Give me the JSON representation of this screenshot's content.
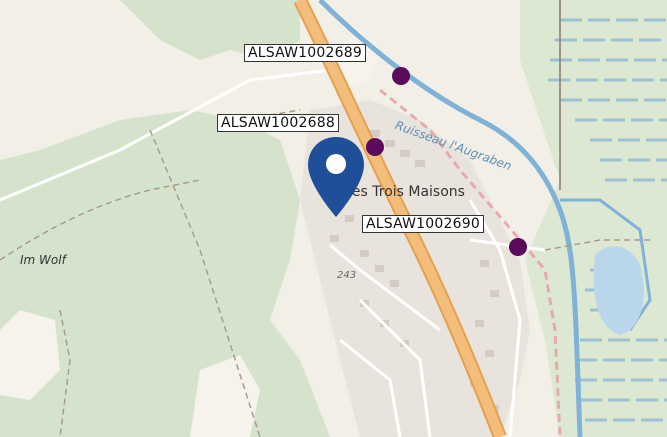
{
  "map": {
    "markers": [
      {
        "id": "ALSAW1002689",
        "color": "#5b0a5c"
      },
      {
        "id": "ALSAW1002688",
        "color": "#5b0a5c"
      },
      {
        "id": "ALSAW1002690",
        "color": "#5b0a5c"
      }
    ],
    "selected_pin_color": "#1f4f98",
    "place_labels": {
      "town": "les Trois Maisons",
      "stream": "Ruisseau l'Augraben",
      "locality": "Im Wolf",
      "elevation": "243"
    },
    "colors": {
      "forest": "#d6e3cc",
      "meadow": "#f1efe6",
      "road_main": "#f3be7c",
      "road_casing": "#e3a14d",
      "water": "#9bc3dc",
      "residential": "#e9e3dd",
      "boundary": "#e79aa0"
    }
  }
}
